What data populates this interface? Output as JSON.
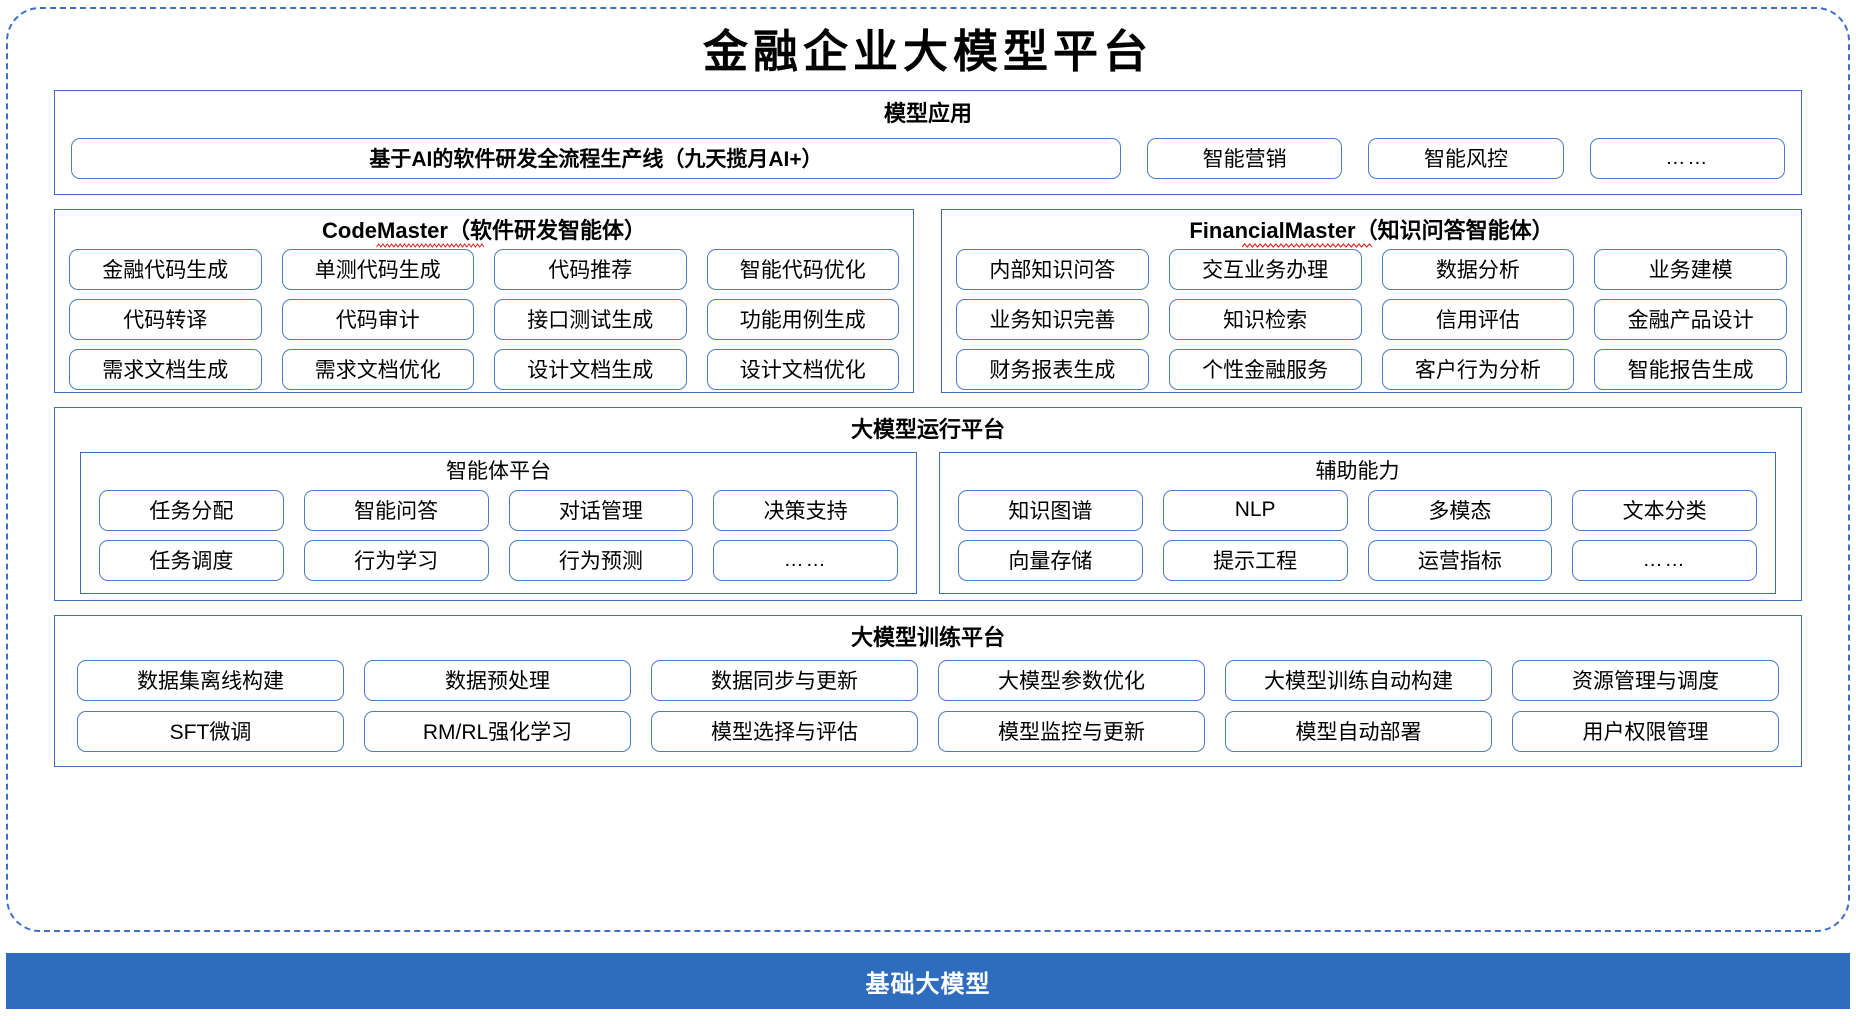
{
  "title": "金融企业大模型平台",
  "colors": {
    "frame_border": "#3d6fc4",
    "panel_border": "#3e6fb5",
    "chip_border": "#4a7ec4",
    "base_bar_bg": "#2e6cbe",
    "squiggle": "#e02020"
  },
  "application": {
    "title": "模型应用",
    "primary": "基于AI的软件研发全流程生产线（九天揽月AI+）",
    "items": [
      "智能营销",
      "智能风控",
      "……"
    ]
  },
  "agents": [
    {
      "name_en": "CodeMaster",
      "name_cn": "（软件研发智能体）",
      "rows": [
        [
          "金融代码生成",
          "单测代码生成",
          "代码推荐",
          "智能代码优化"
        ],
        [
          "代码转译",
          "代码审计",
          "接口测试生成",
          "功能用例生成"
        ],
        [
          "需求文档生成",
          "需求文档优化",
          "设计文档生成",
          "设计文档优化"
        ]
      ]
    },
    {
      "name_en": "FinancialMaster",
      "name_cn": "（知识问答智能体）",
      "rows": [
        [
          "内部知识问答",
          "交互业务办理",
          "数据分析",
          "业务建模"
        ],
        [
          "业务知识完善",
          "知识检索",
          "信用评估",
          "金融产品设计"
        ],
        [
          "财务报表生成",
          "个性金融服务",
          "客户行为分析",
          "智能报告生成"
        ]
      ]
    }
  ],
  "runtime": {
    "title": "大模型运行平台",
    "groups": [
      {
        "title": "智能体平台",
        "rows": [
          [
            "任务分配",
            "智能问答",
            "对话管理",
            "决策支持"
          ],
          [
            "任务调度",
            "行为学习",
            "行为预测",
            "……"
          ]
        ]
      },
      {
        "title": "辅助能力",
        "rows": [
          [
            "知识图谱",
            "NLP",
            "多模态",
            "文本分类"
          ],
          [
            "向量存储",
            "提示工程",
            "运营指标",
            "……"
          ]
        ]
      }
    ]
  },
  "training": {
    "title": "大模型训练平台",
    "rows": [
      [
        "数据集离线构建",
        "数据预处理",
        "数据同步与更新",
        "大模型参数优化",
        "大模型训练自动构建",
        "资源管理与调度"
      ],
      [
        "SFT微调",
        "RM/RL强化学习",
        "模型选择与评估",
        "模型监控与更新",
        "模型自动部署",
        "用户权限管理"
      ]
    ]
  },
  "base_model": {
    "label": "基础大模型"
  }
}
